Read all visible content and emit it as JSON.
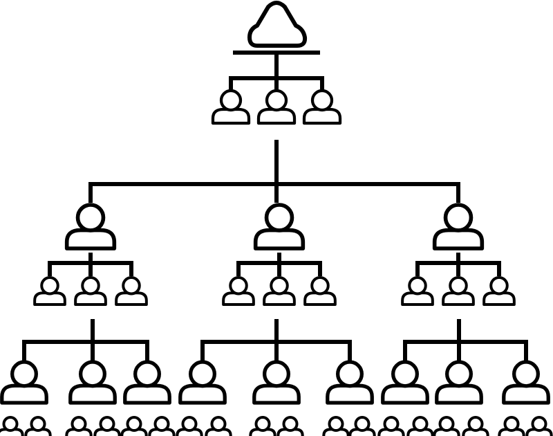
{
  "diagram": {
    "kind": "organization-hierarchy",
    "stroke_color": "#000000",
    "background_color": "#ffffff",
    "root": {
      "icon": "cloud-icon"
    },
    "levels": [
      {
        "level": 1,
        "people": 3,
        "icon": "person-icon"
      },
      {
        "level": 2,
        "people": 3,
        "icon": "person-icon"
      },
      {
        "level": 3,
        "people": 9,
        "icon": "person-icon"
      },
      {
        "level": 4,
        "people": 9,
        "icon": "person-icon"
      },
      {
        "level": 5,
        "people": 18,
        "icon": "person-icon"
      }
    ]
  }
}
